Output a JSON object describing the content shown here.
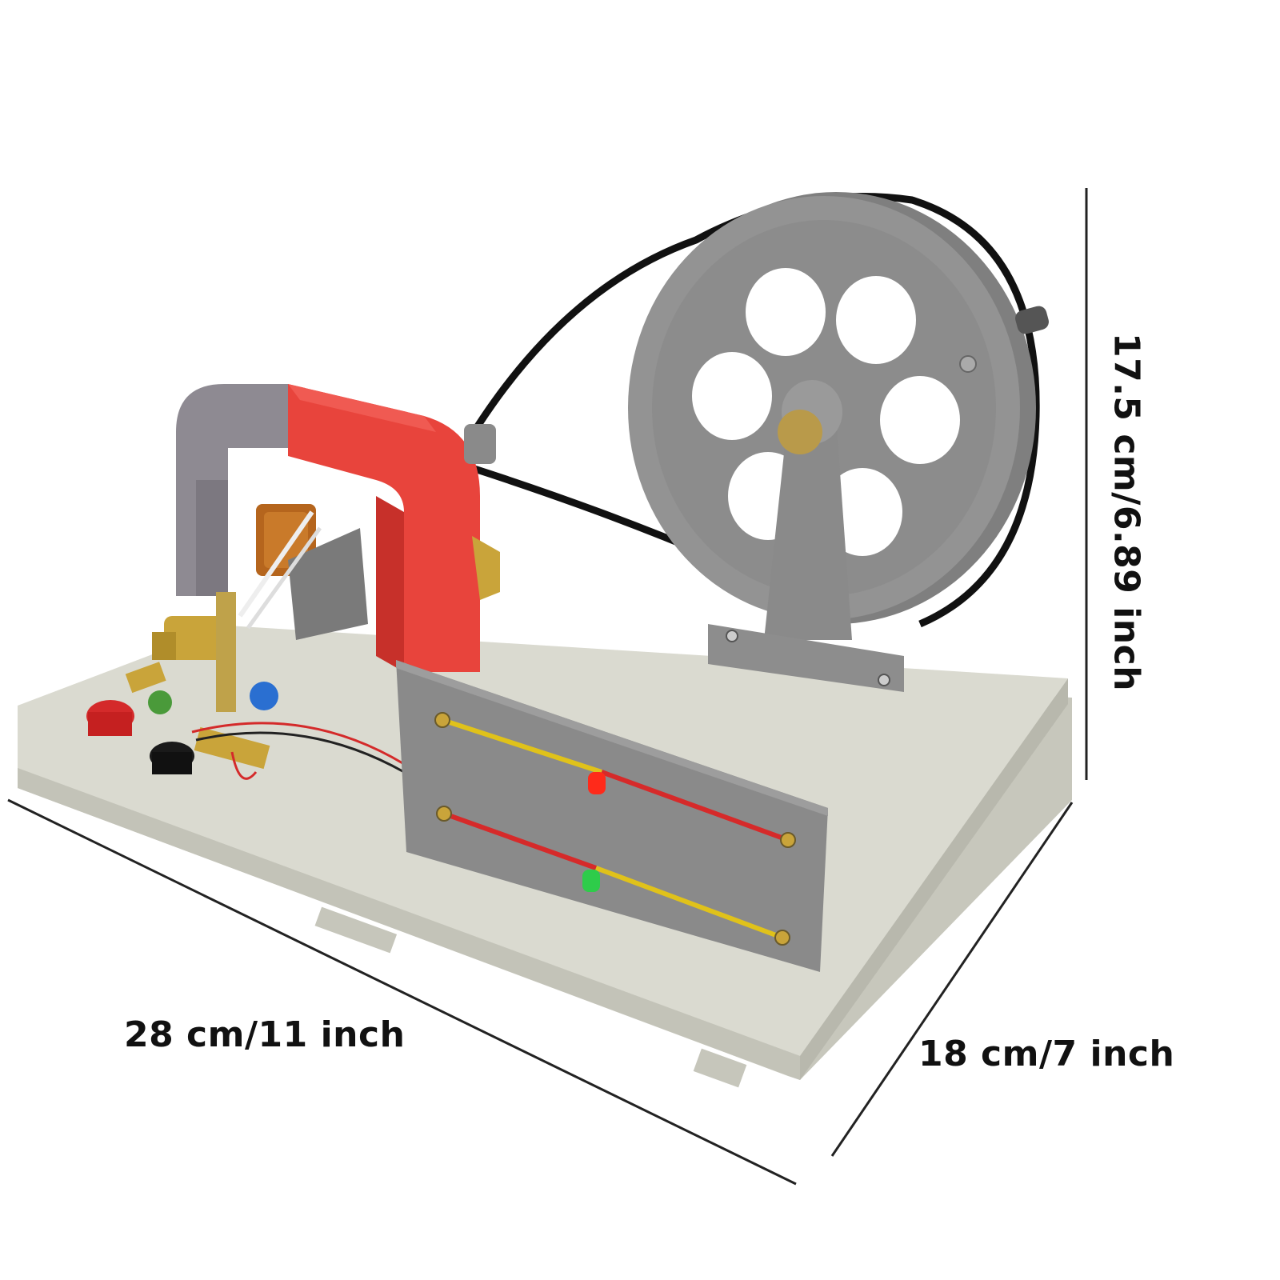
{
  "dimensions": {
    "length": "28 cm/11 inch",
    "width": "18 cm/7 inch",
    "height": "17.5 cm/6.89 inch"
  },
  "colors": {
    "base": "#d9d9cf",
    "base_edge": "#b9b9ae",
    "wheel": "#8f8f8f",
    "magnet_red": "#e8443c",
    "magnet_grey": "#8e8a92",
    "panel": "#8a8a8a",
    "belt": "#111111",
    "wire_yellow": "#e0c21a",
    "wire_red": "#d62a2a",
    "led_red": "#ff2a1a",
    "led_green": "#2ecc4a",
    "brass": "#c9a43a"
  }
}
